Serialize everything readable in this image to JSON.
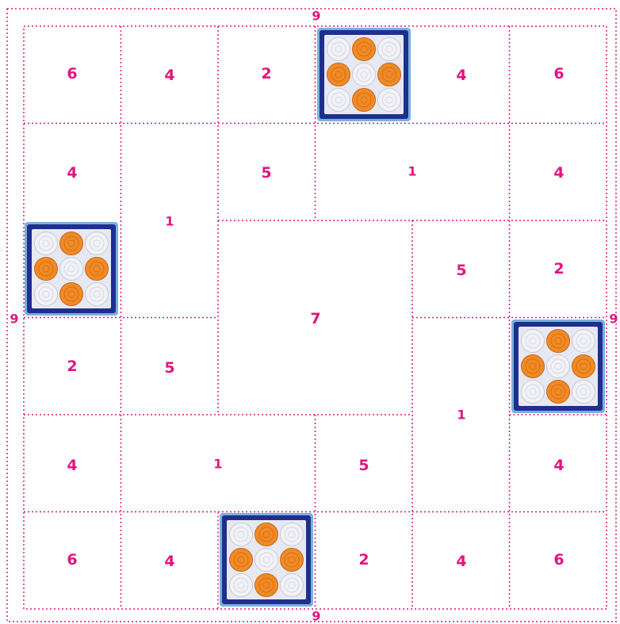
{
  "outer_labels": {
    "top": "9",
    "bottom": "9",
    "left": "9",
    "right": "9"
  },
  "cells": {
    "r1c1": "6",
    "r1c2": "4",
    "r1c3": "2",
    "r1c5": "4",
    "r1c6": "6",
    "r2c1": "4",
    "r2c3": "5",
    "r2c45": "1",
    "r2c6": "4",
    "r23c2": "1",
    "r3c5": "5",
    "r3c6": "2",
    "r34c34": "7",
    "r4c1": "2",
    "r4c2": "5",
    "r45c5": "1",
    "r5c1": "4",
    "r5c23": "1",
    "r5c4": "5",
    "r5c6": "4",
    "r6c1": "6",
    "r6c2": "4",
    "r6c4": "2",
    "r6c5": "4",
    "r6c6": "6"
  },
  "colors": {
    "accent": "#e0157f",
    "frame_dark": "#1e2f8c",
    "frame_light": "#7ab0dd",
    "disc_orange": "#f08a24",
    "disc_white": "#f2f2f6"
  },
  "granny_squares": [
    {
      "name": "granny-square-top",
      "pattern": [
        "w",
        "o",
        "w",
        "o",
        "w",
        "o",
        "w",
        "o",
        "w"
      ]
    },
    {
      "name": "granny-square-left",
      "pattern": [
        "w",
        "o",
        "w",
        "o",
        "w",
        "o",
        "w",
        "o",
        "w"
      ]
    },
    {
      "name": "granny-square-right",
      "pattern": [
        "w",
        "o",
        "w",
        "o",
        "w",
        "o",
        "w",
        "o",
        "w"
      ]
    },
    {
      "name": "granny-square-bottom",
      "pattern": [
        "w",
        "o",
        "w",
        "o",
        "w",
        "o",
        "w",
        "o",
        "w"
      ]
    }
  ]
}
